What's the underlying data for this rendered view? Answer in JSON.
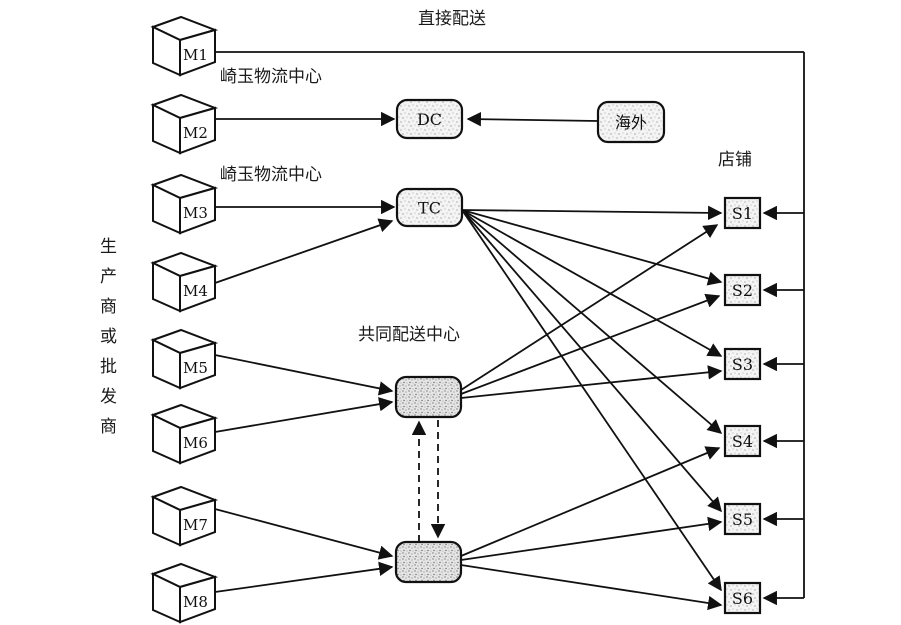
{
  "labels": {
    "direct_delivery": "直接配送",
    "saitama_center_1": "崎玉物流中心",
    "saitama_center_2": "崎玉物流中心",
    "stores": "店铺",
    "joint_center": "共同配送中心",
    "producers": "生产商或批发商"
  },
  "manufacturers": [
    "M1",
    "M2",
    "M3",
    "M4",
    "M5",
    "M6",
    "M7",
    "M8"
  ],
  "centers": {
    "dc": "DC",
    "tc": "TC",
    "overseas": "海外",
    "joint_1": "",
    "joint_2": ""
  },
  "stores": [
    "S1",
    "S2",
    "S3",
    "S4",
    "S5",
    "S6"
  ],
  "edges": [
    {
      "from": "M1",
      "to": "S1..S6",
      "type": "direct"
    },
    {
      "from": "M2",
      "to": "DC"
    },
    {
      "from": "overseas",
      "to": "DC"
    },
    {
      "from": "M3",
      "to": "TC"
    },
    {
      "from": "M4",
      "to": "TC"
    },
    {
      "from": "M5",
      "to": "joint_1"
    },
    {
      "from": "M6",
      "to": "joint_1"
    },
    {
      "from": "M7",
      "to": "joint_2"
    },
    {
      "from": "M8",
      "to": "joint_2"
    },
    {
      "from": "TC",
      "to": [
        "S1",
        "S2",
        "S3",
        "S4",
        "S5",
        "S6"
      ]
    },
    {
      "from": "joint_1",
      "to": [
        "S1",
        "S2",
        "S3"
      ]
    },
    {
      "from": "joint_2",
      "to": [
        "S4",
        "S5",
        "S6"
      ]
    },
    {
      "from": "joint_1",
      "to": "joint_2",
      "type": "dashed-bidirectional"
    }
  ]
}
